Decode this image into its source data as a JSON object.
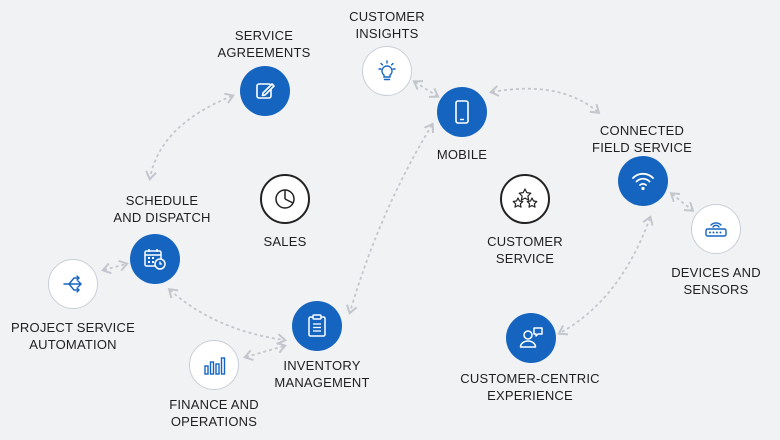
{
  "colors": {
    "accent": "#1565c0",
    "background": "#f1f2f4",
    "connector": "#c3c7cd"
  },
  "nodes": [
    {
      "id": "service-agreements",
      "lines": [
        "SERVICE",
        "AGREEMENTS"
      ],
      "icon": "pencil-square-icon"
    },
    {
      "id": "customer-insights",
      "lines": [
        "CUSTOMER",
        "INSIGHTS"
      ],
      "icon": "lightbulb-icon"
    },
    {
      "id": "mobile",
      "lines": [
        "MOBILE"
      ],
      "icon": "smartphone-icon"
    },
    {
      "id": "connected-field-service",
      "lines": [
        "CONNECTED",
        "FIELD SERVICE"
      ],
      "icon": "wifi-icon"
    },
    {
      "id": "schedule-dispatch",
      "lines": [
        "SCHEDULE",
        "AND DISPATCH"
      ],
      "icon": "calendar-clock-icon"
    },
    {
      "id": "sales",
      "lines": [
        "SALES"
      ],
      "icon": "pie-chart-icon"
    },
    {
      "id": "customer-service",
      "lines": [
        "CUSTOMER",
        "SERVICE"
      ],
      "icon": "stars-icon"
    },
    {
      "id": "devices-sensors",
      "lines": [
        "DEVICES AND",
        "SENSORS"
      ],
      "icon": "router-icon"
    },
    {
      "id": "project-service-automation",
      "lines": [
        "PROJECT SERVICE",
        "AUTOMATION"
      ],
      "icon": "network-arrows-icon"
    },
    {
      "id": "inventory-management",
      "lines": [
        "INVENTORY",
        "MANAGEMENT"
      ],
      "icon": "clipboard-icon"
    },
    {
      "id": "finance-operations",
      "lines": [
        "FINANCE AND",
        "OPERATIONS"
      ],
      "icon": "bar-chart-icon"
    },
    {
      "id": "customer-centric-experience",
      "lines": [
        "CUSTOMER-CENTRIC",
        "EXPERIENCE"
      ],
      "icon": "person-chat-icon"
    }
  ]
}
